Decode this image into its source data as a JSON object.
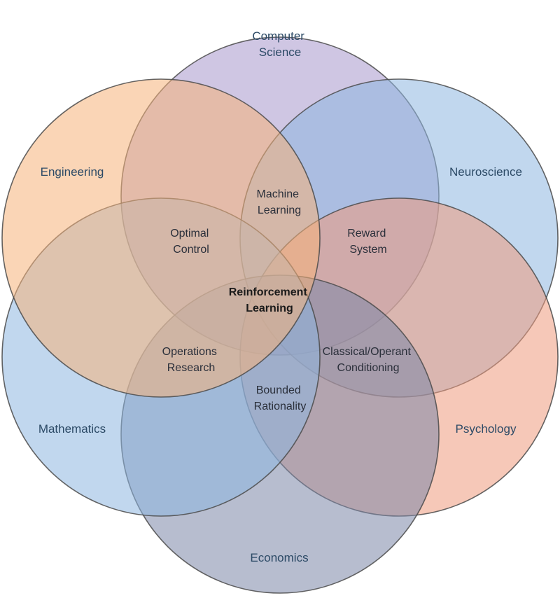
{
  "fields": {
    "computer_science": {
      "lines": [
        "Computer",
        "Science"
      ],
      "color": "#a898cc"
    },
    "neuroscience": {
      "lines": [
        "Neuroscience"
      ],
      "color": "#8eb6e0"
    },
    "psychology": {
      "lines": [
        "Psychology"
      ],
      "color": "#ef9b7d"
    },
    "economics": {
      "lines": [
        "Economics"
      ],
      "color": "#7b87a8"
    },
    "mathematics": {
      "lines": [
        "Mathematics"
      ],
      "color": "#8eb6e0"
    },
    "engineering": {
      "lines": [
        "Engineering"
      ],
      "color": "#f5b27a"
    }
  },
  "overlaps": {
    "machine_learning": [
      "Machine",
      "Learning"
    ],
    "reward_system": [
      "Reward",
      "System"
    ],
    "classical_operant_conditioning": [
      "Classical/Operant",
      "Conditioning"
    ],
    "bounded_rationality": [
      "Bounded",
      "Rationality"
    ],
    "operations_research": [
      "Operations",
      "Research"
    ],
    "optimal_control": [
      "Optimal",
      "Control"
    ]
  },
  "center": [
    "Reinforcement",
    "Learning"
  ]
}
